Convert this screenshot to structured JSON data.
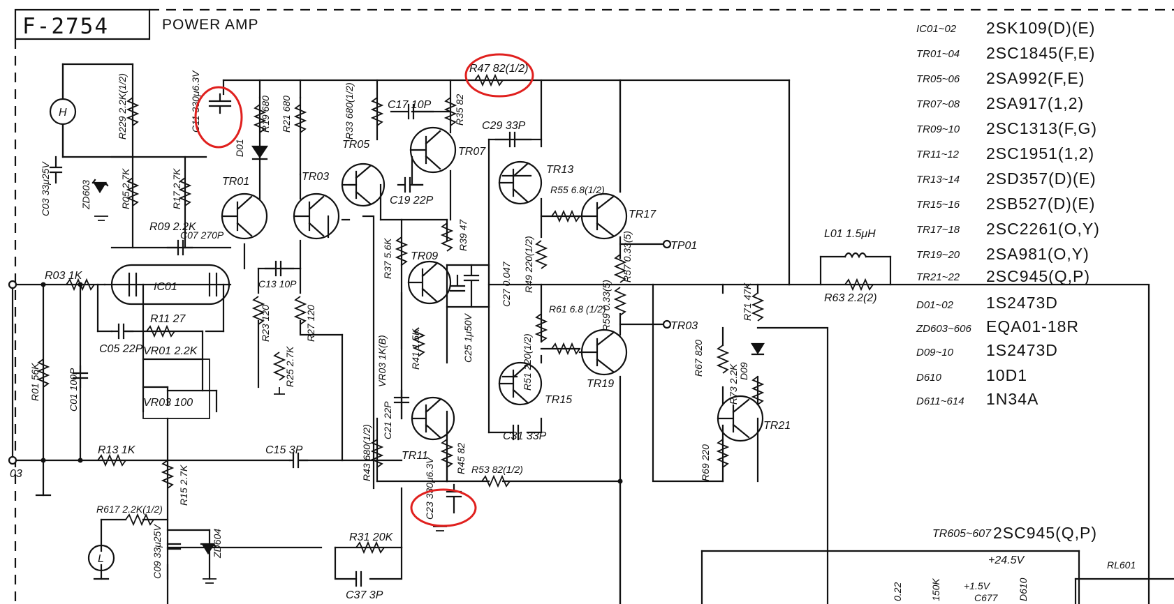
{
  "title": {
    "model": "F-2754",
    "section": "POWER AMP"
  },
  "parts_legend": [
    {
      "ref": "IC01~02",
      "part": "2SK109(D)(E)"
    },
    {
      "ref": "TR01~04",
      "part": "2SC1845(F,E)"
    },
    {
      "ref": "TR05~06",
      "part": "2SA992(F,E)"
    },
    {
      "ref": "TR07~08",
      "part": "2SA917(1,2)"
    },
    {
      "ref": "TR09~10",
      "part": "2SC1313(F,G)"
    },
    {
      "ref": "TR11~12",
      "part": "2SC1951(1,2)"
    },
    {
      "ref": "TR13~14",
      "part": "2SD357(D)(E)"
    },
    {
      "ref": "TR15~16",
      "part": "2SB527(D)(E)"
    },
    {
      "ref": "TR17~18",
      "part": "2SC2261(O,Y)"
    },
    {
      "ref": "TR19~20",
      "part": "2SA981(O,Y)"
    },
    {
      "ref": "TR21~22",
      "part": "2SC945(Q,P)"
    },
    {
      "ref": "D01~02",
      "part": "1S2473D"
    },
    {
      "ref": "ZD603~606",
      "part": "EQA01-18R"
    },
    {
      "ref": "D09~10",
      "part": "1S2473D"
    },
    {
      "ref": "D610",
      "part": "10D1"
    },
    {
      "ref": "D611~614",
      "part": "1N34A"
    }
  ],
  "extra_part": {
    "ref": "TR605~607",
    "part": "2SC945(Q,P)"
  },
  "components": {
    "R47": "R47 82(1/2)",
    "C11": "C11 330μ6.3V",
    "R19": "R19 680",
    "R21": "R21 680",
    "R33": "R33 680(1/2)",
    "C17": "C17 10P",
    "R35": "R35 82",
    "C29": "C29 33P",
    "R229": "R229 2.2K(1/2)",
    "C03": "C03 33μ25V",
    "ZD603": "ZD603",
    "R05": "R05 2.7K",
    "R17": "R17 2.7K",
    "D01": "D01",
    "TR01": "TR01",
    "TR03": "TR03",
    "TR05": "TR05",
    "TR07": "TR07",
    "TR13": "TR13",
    "TR17": "TR17",
    "R55": "R55 6.8(1/2)",
    "C19": "C19 22P",
    "R09": "R09 2.2K",
    "C07": "C07 270P",
    "R03": "R03 1K",
    "IC01": "IC01",
    "C13": "C13 10P",
    "R23": "R23 120",
    "R27": "R27 120",
    "R37": "R37 5.6K",
    "TR09": "TR09",
    "R39": "R39 47",
    "C27": "C27 0.047",
    "R49": "R49 220(1/2)",
    "R57": "R57 0.33(5)",
    "TP01": "TP01",
    "L01": "L01 1.5μH",
    "R63": "R63 2.2(2)",
    "C05": "C05 22P",
    "R11": "R11 27",
    "VR01": "VR01 2.2K",
    "VR03": "VR03 1K(B)",
    "R41": "R41 1.5K",
    "C25": "C25 1μ50V",
    "R61": "R61 6.8 (1/2)",
    "R59": "R59 0.33(5)",
    "TR03b": "TR03",
    "R71": "R71 47K",
    "R01": "R01 56K",
    "C01": "C01 100P",
    "VR03b": "VR03 100",
    "R25": "R25 2.7K",
    "R51": "R51 220(1/2)",
    "TR15": "TR15",
    "TR19": "TR19",
    "R67": "R67 820",
    "D09": "D09",
    "R73": "R73 2.2K",
    "C21": "C21 22P",
    "TR11": "TR11",
    "TR21": "TR21",
    "C31": "C31 33P",
    "R13": "R13 1K",
    "C15": "C15 3P",
    "R43": "R43 680(1/2)",
    "R45": "R45 82",
    "R53": "R53 82(1/2)",
    "R69": "R69 220",
    "C23": "C23 330μ6.3V",
    "R617": "R617 2.2K(1/2)",
    "R15": "R15 2.7K",
    "C09": "C09 33μ25V",
    "ZD604": "ZD604",
    "R31": "R31 20K",
    "C37": "C37 3P",
    "H": "H",
    "L": "L",
    "io3": "03",
    "v245": "+24.5V",
    "v15": "+1.5V",
    "C677": "C677",
    "D610": "D610",
    "v022": "0.22",
    "r150k": "150K",
    "RL601": "RL601"
  },
  "highlight_color": "#e0201e"
}
